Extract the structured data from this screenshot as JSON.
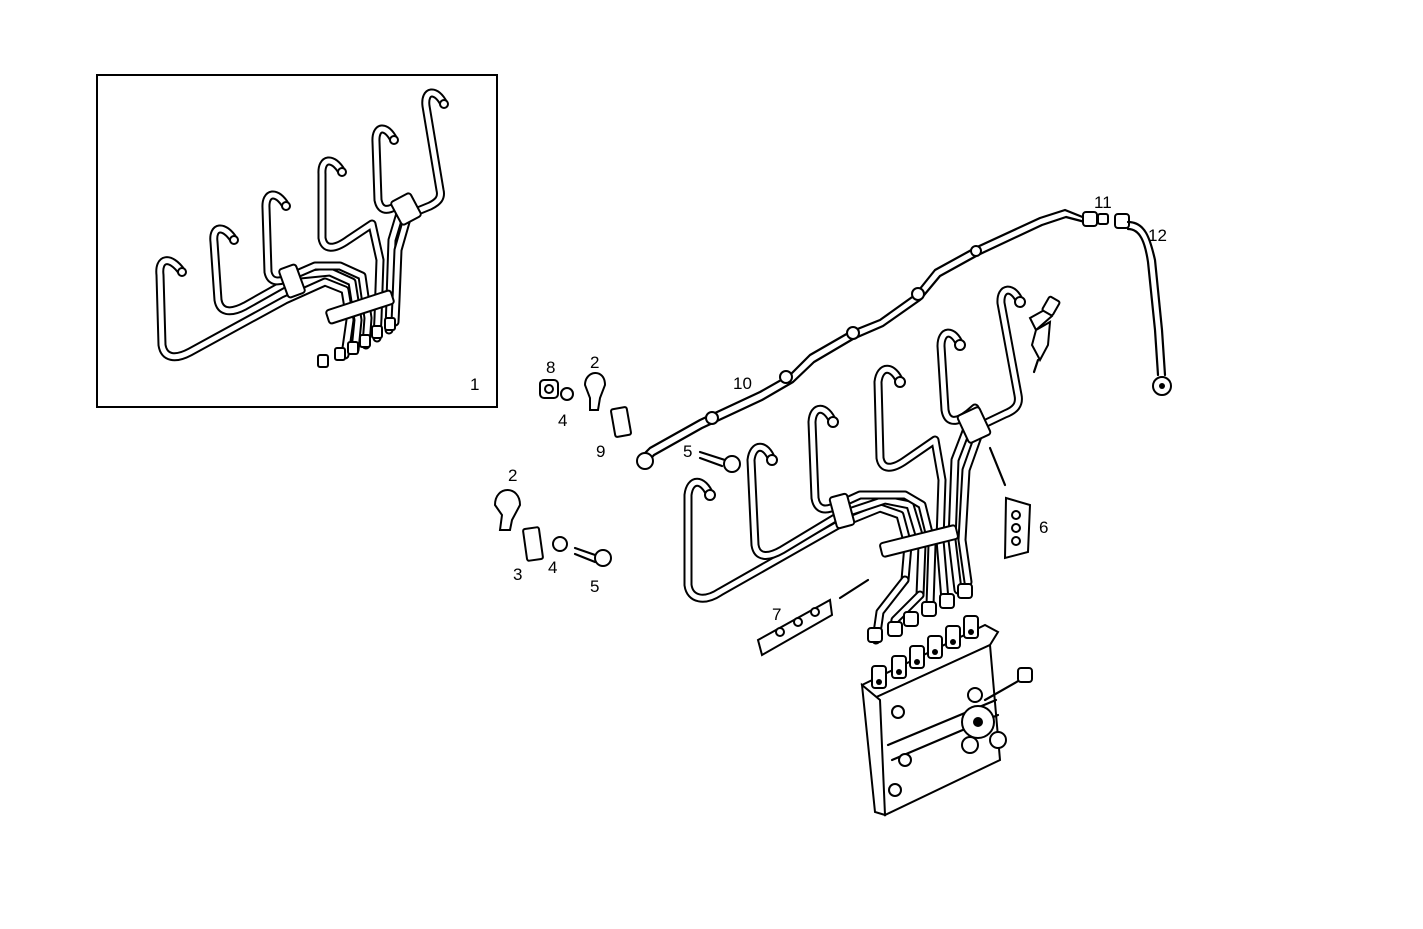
{
  "diagram": {
    "inset_callout": "1",
    "callouts": [
      {
        "id": "c2a",
        "text": "2"
      },
      {
        "id": "c8",
        "text": "8"
      },
      {
        "id": "c4a",
        "text": "4"
      },
      {
        "id": "c9",
        "text": "9"
      },
      {
        "id": "c10",
        "text": "10"
      },
      {
        "id": "c11",
        "text": "11"
      },
      {
        "id": "c12",
        "text": "12"
      },
      {
        "id": "c5a",
        "text": "5"
      },
      {
        "id": "c2b",
        "text": "2"
      },
      {
        "id": "c3",
        "text": "3"
      },
      {
        "id": "c4b",
        "text": "4"
      },
      {
        "id": "c5b",
        "text": "5"
      },
      {
        "id": "c6",
        "text": "6"
      },
      {
        "id": "c7",
        "text": "7"
      }
    ]
  }
}
